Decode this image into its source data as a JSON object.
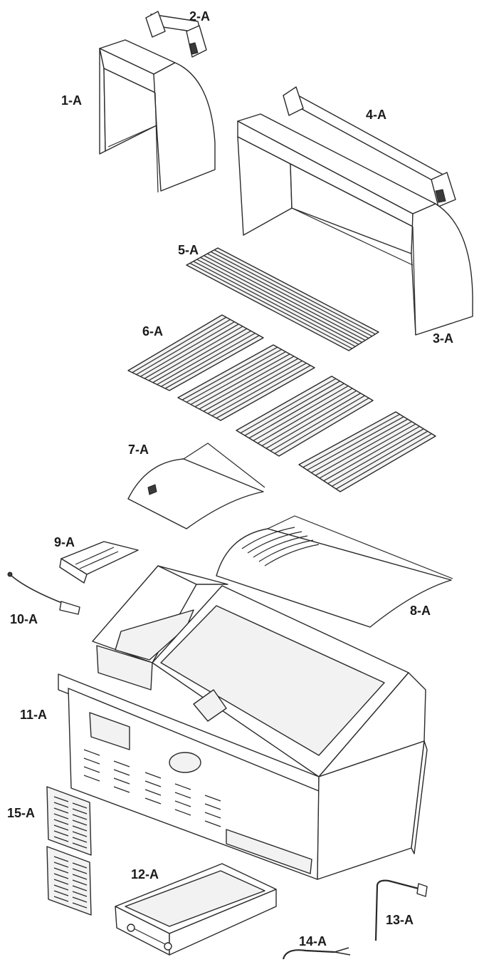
{
  "labels": {
    "p1": "1-A",
    "p2": "2-A",
    "p3": "3-A",
    "p4": "4-A",
    "p5": "5-A",
    "p6": "6-A",
    "p7": "7-A",
    "p8": "8-A",
    "p9": "9-A",
    "p10": "10-A",
    "p11": "11-A",
    "p12": "12-A",
    "p13": "13-A",
    "p14": "14-A",
    "p15": "15-A"
  }
}
